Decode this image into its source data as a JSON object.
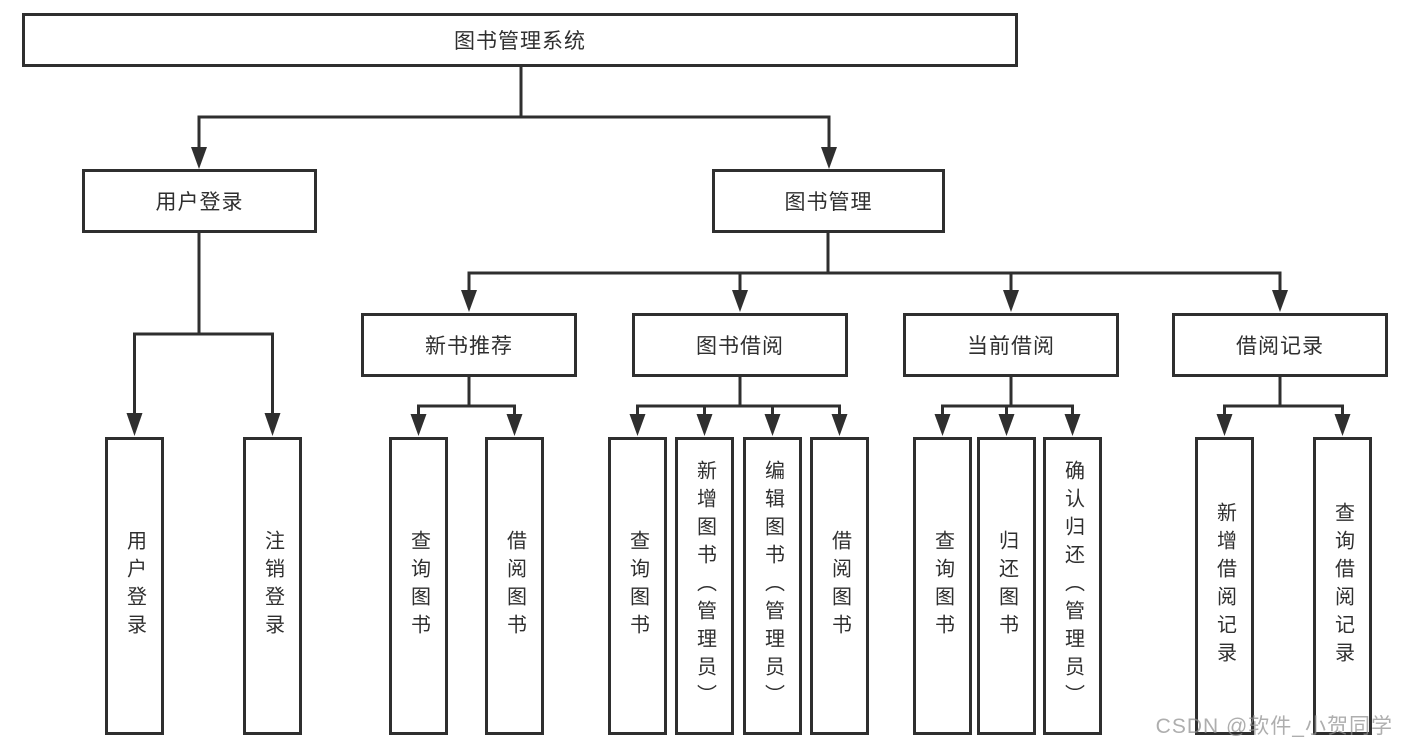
{
  "title": "图书管理系统",
  "tree": {
    "label": "图书管理系统",
    "children": [
      {
        "label": "用户登录",
        "children": [
          {
            "label": "用户登录"
          },
          {
            "label": "注销登录"
          }
        ]
      },
      {
        "label": "图书管理",
        "children": [
          {
            "label": "新书推荐",
            "children": [
              {
                "label": "查询图书"
              },
              {
                "label": "借阅图书"
              }
            ]
          },
          {
            "label": "图书借阅",
            "children": [
              {
                "label": "查询图书"
              },
              {
                "label": "新增图书（管理员）"
              },
              {
                "label": "编辑图书（管理员）"
              },
              {
                "label": "借阅图书"
              }
            ]
          },
          {
            "label": "当前借阅",
            "children": [
              {
                "label": "查询图书"
              },
              {
                "label": "归还图书"
              },
              {
                "label": "确认归还（管理员）"
              }
            ]
          },
          {
            "label": "借阅记录",
            "children": [
              {
                "label": "新增借阅记录"
              },
              {
                "label": "查询借阅记录"
              }
            ]
          }
        ]
      }
    ]
  },
  "watermark": "CSDN @软件_小贺同学",
  "colors": {
    "line": "#2f2f2f",
    "text": "#2f2f2f",
    "background": "#ffffff",
    "watermark": "#8f8f8f"
  }
}
